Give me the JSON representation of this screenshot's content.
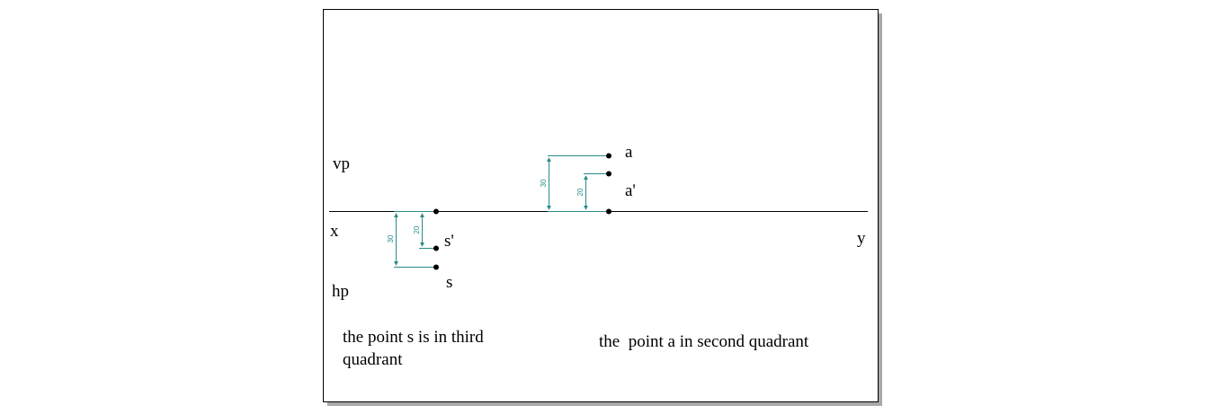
{
  "colors": {
    "line": "#000000",
    "dimension": "#2a8a8a",
    "shadow": "#a9a9a9"
  },
  "labels": {
    "vp": "vp",
    "hp": "hp",
    "x": "x",
    "y": "y",
    "point_a": "a",
    "point_a_prime": "a'",
    "point_s": "s",
    "point_s_prime": "s'"
  },
  "dimensions": {
    "a_front": "30",
    "a_top": "20",
    "s_front": "30",
    "s_top": "20"
  },
  "notes": {
    "third_quadrant": "the point s is in third\nquadrant",
    "second_quadrant": "the  point a in second quadrant"
  }
}
